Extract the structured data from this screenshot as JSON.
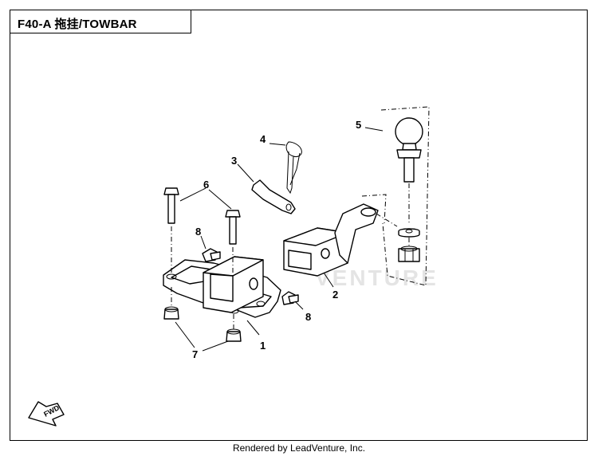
{
  "header": {
    "title": "F40-A  拖挂/TOWBAR"
  },
  "footer": {
    "credit": "Rendered by LeadVenture, Inc."
  },
  "watermark": {
    "text": "VENTURE"
  },
  "fwd_badge": {
    "text": "FWD"
  },
  "callouts": [
    {
      "id": "1",
      "label": "1"
    },
    {
      "id": "2",
      "label": "2"
    },
    {
      "id": "3",
      "label": "3"
    },
    {
      "id": "4",
      "label": "4"
    },
    {
      "id": "5",
      "label": "5"
    },
    {
      "id": "6",
      "label": "6"
    },
    {
      "id": "7",
      "label": "7"
    },
    {
      "id": "8a",
      "label": "8"
    },
    {
      "id": "8b",
      "label": "8"
    }
  ]
}
